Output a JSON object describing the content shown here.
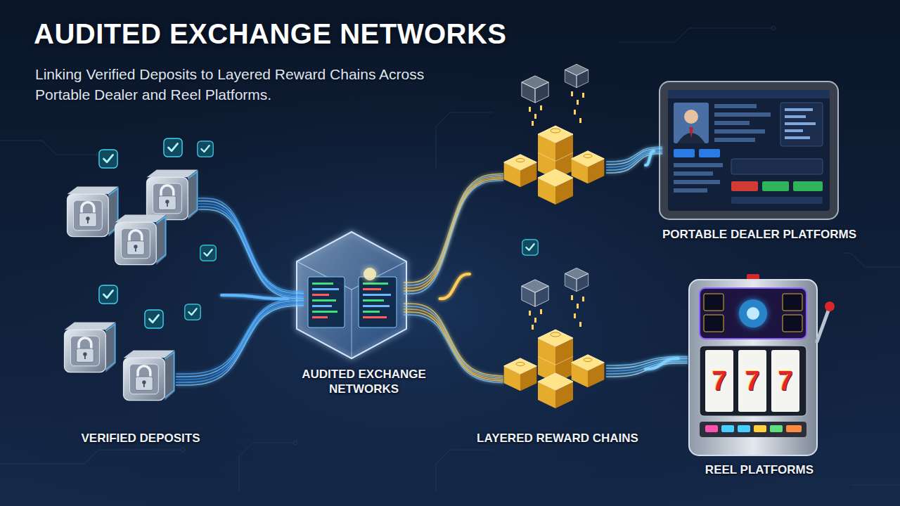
{
  "diagram": {
    "title": "AUDITED EXCHANGE NETWORKS",
    "caption": "Linking Verified Deposits to Layered Reward Chains Across Portable Dealer and Reel Platforms.",
    "nodes": [
      {
        "text": [
          "VERIFIED DEPOSITS"
        ]
      },
      {
        "text": [
          "AUDITED EXCHANGE NETWORKS"
        ]
      },
      {
        "text": [
          "LAYERED REWARD CHAINS"
        ]
      },
      {
        "text": [
          "PORTABLE DEALER PLATFORMS"
        ]
      },
      {
        "text": [
          "REEL PLATFORMS"
        ]
      }
    ],
    "edges": [
      {
        "from": 0,
        "to": 1,
        "arrow": "none"
      },
      {
        "from": 1,
        "to": 2,
        "arrow": "none"
      },
      {
        "from": 2,
        "to": 3,
        "arrow": "none"
      },
      {
        "from": 2,
        "to": 4,
        "arrow": "none"
      }
    ],
    "labels": [
      "7",
      "7",
      "7"
    ]
  }
}
